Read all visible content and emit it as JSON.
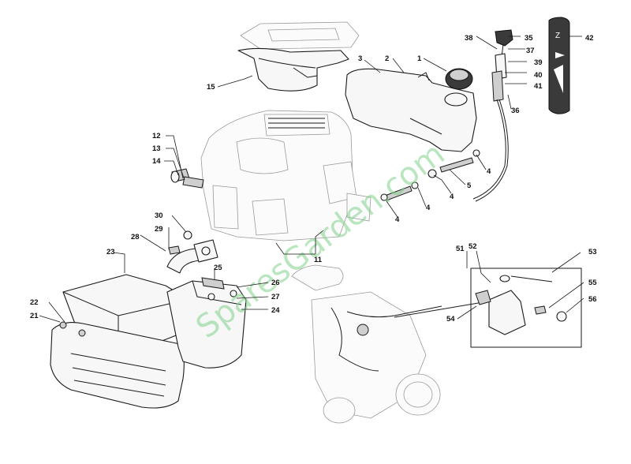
{
  "watermark": "SparesGarden.com",
  "callouts": {
    "c1": "1",
    "c2": "2",
    "c3": "3",
    "c4a": "4",
    "c4b": "4",
    "c4c": "4",
    "c4d": "4",
    "c5": "5",
    "c11": "11",
    "c12": "12",
    "c13": "13",
    "c14": "14",
    "c15": "15",
    "c21": "21",
    "c22": "22",
    "c23": "23",
    "c24": "24",
    "c25": "25",
    "c26": "26",
    "c27": "27",
    "c28": "28",
    "c29": "29",
    "c30": "30",
    "c35": "35",
    "c36": "36",
    "c37": "37",
    "c38": "38",
    "c39": "39",
    "c40": "40",
    "c41": "41",
    "c42": "42",
    "c51": "51",
    "c52": "52",
    "c53": "53",
    "c54": "54",
    "c55": "55",
    "c56": "56"
  },
  "decal_glyph": "Z",
  "colors": {
    "line": "#1a1a1a",
    "watermark": "#7fd18a",
    "background": "#ffffff"
  }
}
